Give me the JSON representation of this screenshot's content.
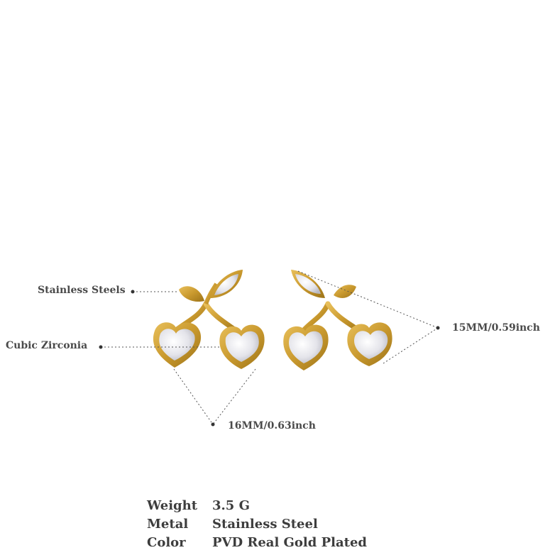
{
  "callouts": {
    "stainless": "Stainless Steels",
    "zirconia": "Cubic Zirconia",
    "height": "15MM/0.59inch",
    "width": "16MM/0.63inch"
  },
  "specs": [
    {
      "key": "Weight",
      "value": "3.5  G"
    },
    {
      "key": "Metal",
      "value": "Stainless Steel"
    },
    {
      "key": "Color",
      "value": "PVD Real Gold Plated"
    }
  ],
  "colors": {
    "gold": "#c9992e",
    "gold_dark": "#9c7318",
    "stone": "#e9e9ee"
  }
}
